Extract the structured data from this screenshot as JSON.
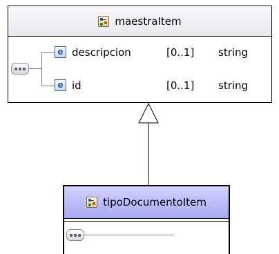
{
  "diagram": {
    "parent_type": {
      "name": "maestraItem",
      "icon": "complex-type-icon",
      "compositor_icon": "sequence-icon",
      "elements": [
        {
          "icon_label": "e",
          "name": "descripcion",
          "cardinality": "[0..1]",
          "type": "string"
        },
        {
          "icon_label": "e",
          "name": "id",
          "cardinality": "[0..1]",
          "type": "string"
        }
      ]
    },
    "child_type": {
      "name": "tipoDocumentoItem",
      "icon": "complex-type-icon",
      "compositor_icon": "sequence-icon"
    },
    "relationship": {
      "kind": "extension",
      "arrow_icon": "hollow-triangle-arrow-icon"
    },
    "colors": {
      "parent_header": "#eef0f6",
      "child_header": "#bcbcff",
      "element_icon": "#2455b3",
      "connector": "#7d7d7d",
      "border": "#000000"
    }
  }
}
